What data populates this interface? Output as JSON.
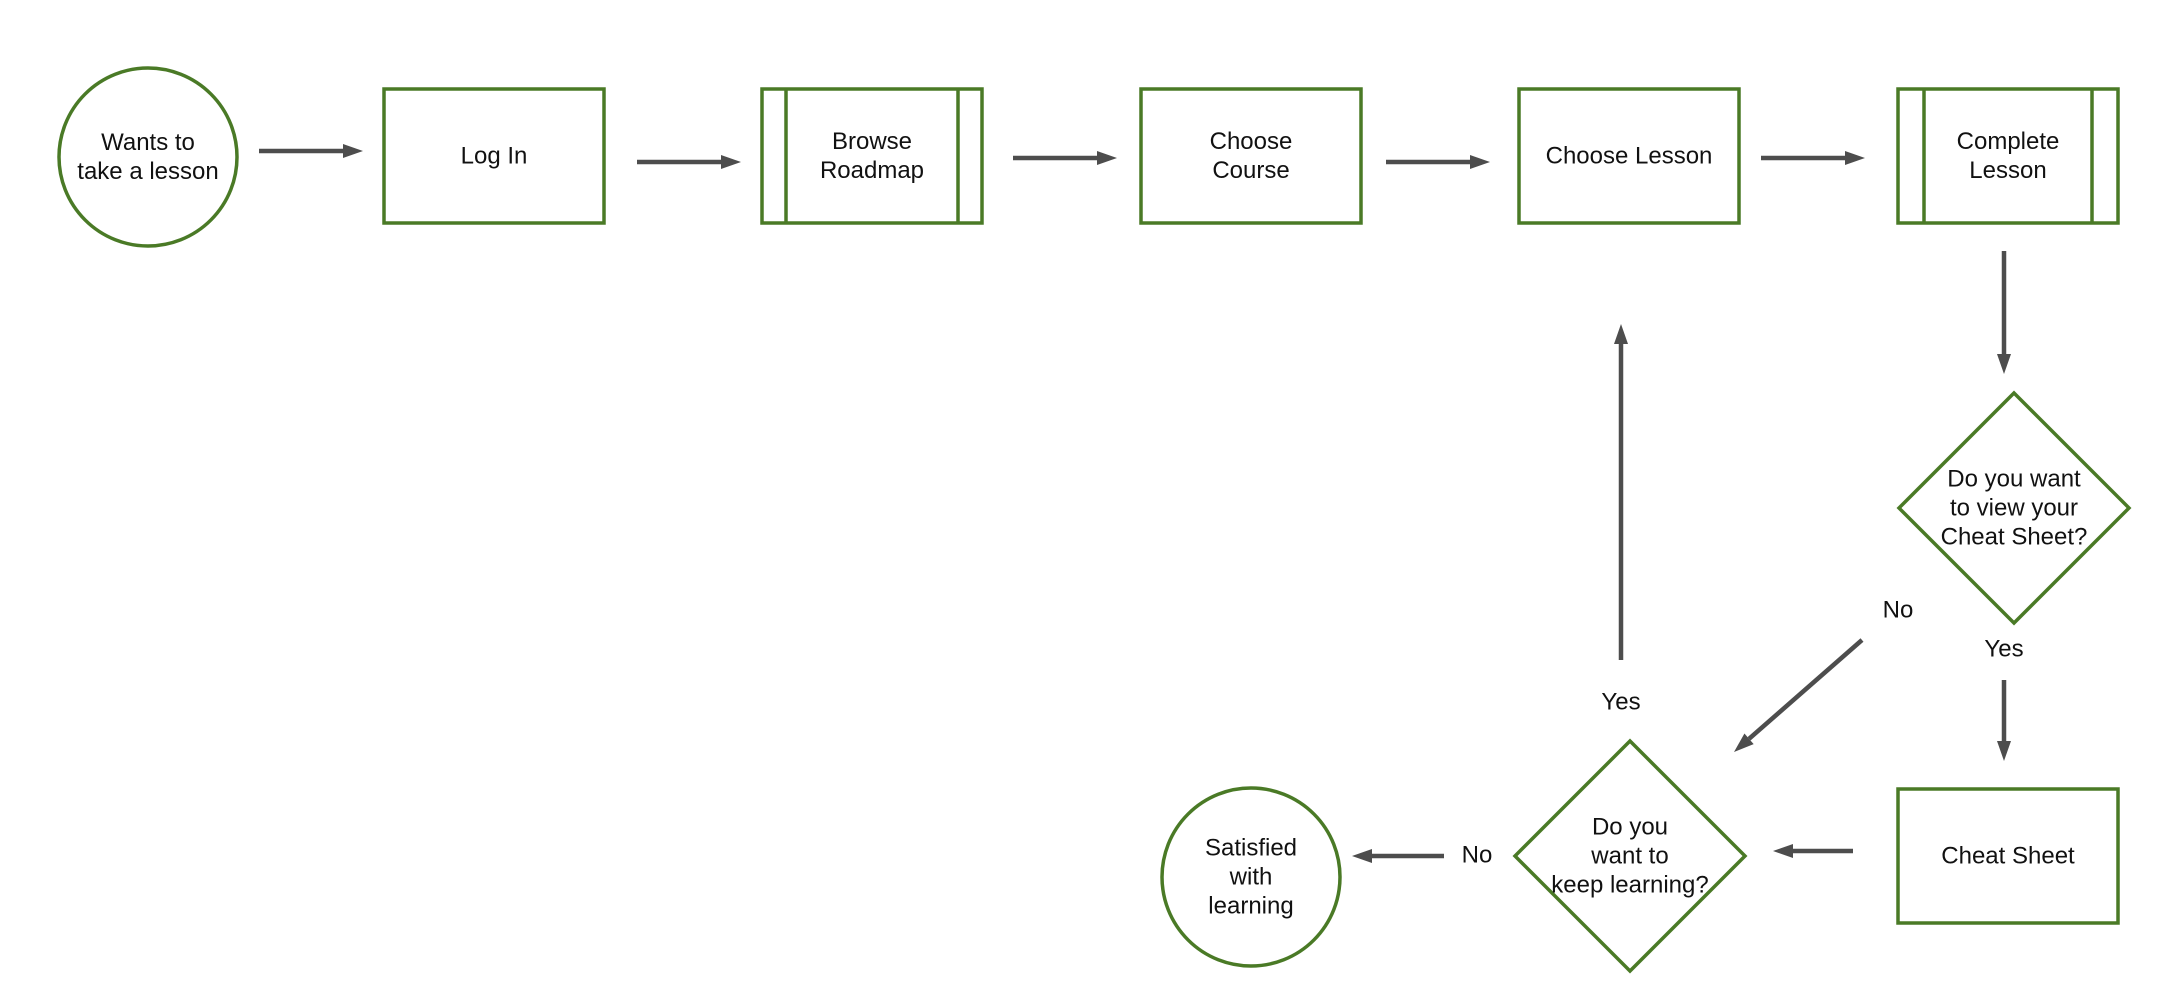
{
  "colors": {
    "node_stroke": "#4a7a26",
    "arrow": "#4d4d4d",
    "text": "#111111",
    "background": "#ffffff"
  },
  "nodes": {
    "start": {
      "shape": "circle",
      "label": [
        "Wants to",
        "take a lesson"
      ]
    },
    "login": {
      "shape": "rect",
      "label": [
        "Log In"
      ]
    },
    "browse": {
      "shape": "subprocess",
      "label": [
        "Browse",
        "Roadmap"
      ]
    },
    "choose_course": {
      "shape": "rect",
      "label": [
        "Choose",
        "Course"
      ]
    },
    "choose_lesson": {
      "shape": "rect",
      "label": [
        "Choose Lesson"
      ]
    },
    "complete_lesson": {
      "shape": "subprocess",
      "label": [
        "Complete",
        "Lesson"
      ]
    },
    "cheat_question": {
      "shape": "diamond",
      "label": [
        "Do you want",
        "to view your",
        "Cheat Sheet?"
      ]
    },
    "cheat_sheet": {
      "shape": "rect",
      "label": [
        "Cheat Sheet"
      ]
    },
    "keep_question": {
      "shape": "diamond",
      "label": [
        "Do you",
        "want to",
        "keep learning?"
      ]
    },
    "end": {
      "shape": "circle",
      "label": [
        "Satisfied",
        "with",
        "learning"
      ]
    }
  },
  "edges": {
    "start_to_login": {
      "from": "start",
      "to": "login",
      "label": ""
    },
    "login_to_browse": {
      "from": "login",
      "to": "browse",
      "label": ""
    },
    "browse_to_course": {
      "from": "browse",
      "to": "choose_course",
      "label": ""
    },
    "course_to_lesson": {
      "from": "choose_course",
      "to": "choose_lesson",
      "label": ""
    },
    "lesson_to_complete": {
      "from": "choose_lesson",
      "to": "complete_lesson",
      "label": ""
    },
    "complete_to_cheat_question": {
      "from": "complete_lesson",
      "to": "cheat_question",
      "label": ""
    },
    "cheat_question_yes": {
      "from": "cheat_question",
      "to": "cheat_sheet",
      "label": "Yes"
    },
    "cheat_question_no": {
      "from": "cheat_question",
      "to": "keep_question",
      "label": "No"
    },
    "cheat_sheet_to_keep": {
      "from": "cheat_sheet",
      "to": "keep_question",
      "label": ""
    },
    "keep_yes": {
      "from": "keep_question",
      "to": "choose_lesson",
      "label": "Yes"
    },
    "keep_no": {
      "from": "keep_question",
      "to": "end",
      "label": "No"
    }
  }
}
